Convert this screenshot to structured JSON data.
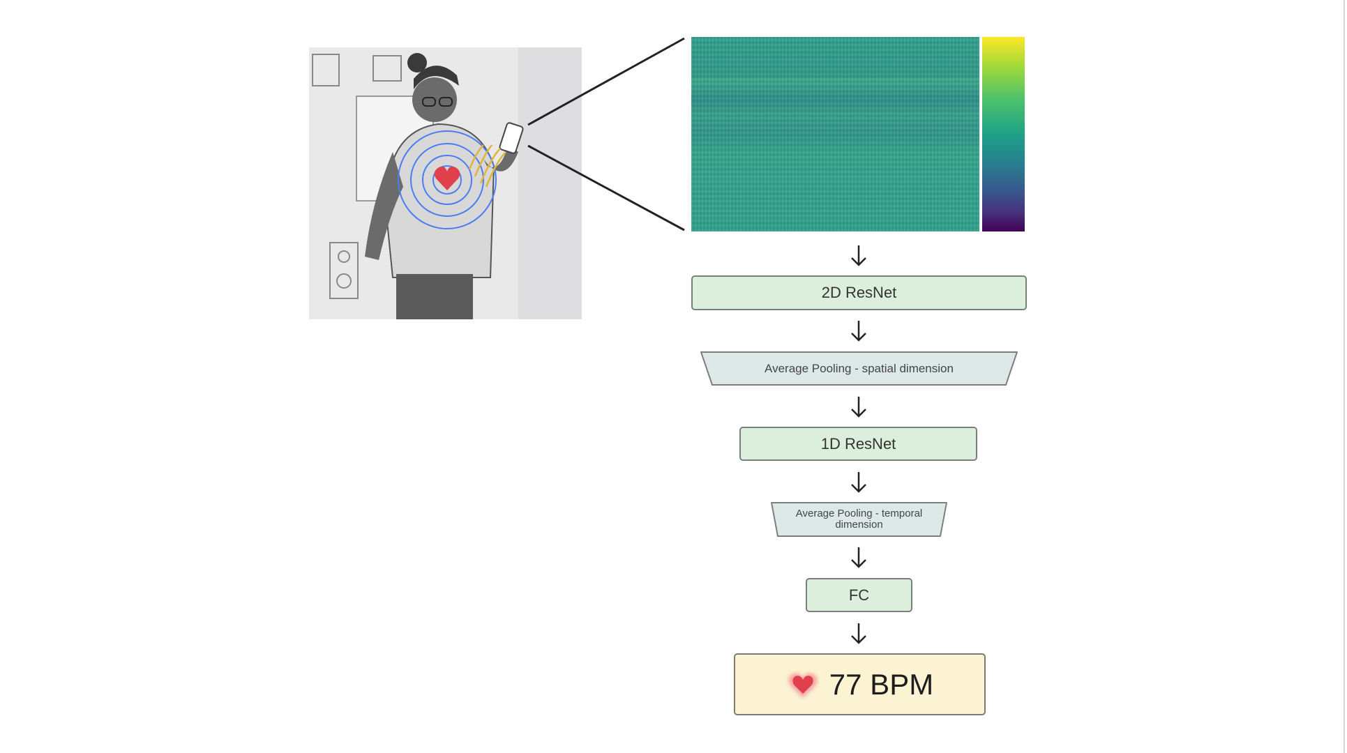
{
  "illustration": {
    "subject": "person-holding-phone-heart-sensing"
  },
  "spectrogram": {
    "colormap": "viridis"
  },
  "pipeline": {
    "resnet2d": "2D ResNet",
    "pool_spatial": "Average Pooling - spatial dimension",
    "resnet1d": "1D ResNet",
    "pool_temporal_line1": "Average Pooling - temporal",
    "pool_temporal_line2": "dimension",
    "fc": "FC",
    "output": "77 BPM"
  },
  "colors": {
    "block_fill": "#dcefdc",
    "pool_fill": "#dde8e8",
    "output_fill": "#fbf3d2",
    "heart": "#e0404c"
  }
}
